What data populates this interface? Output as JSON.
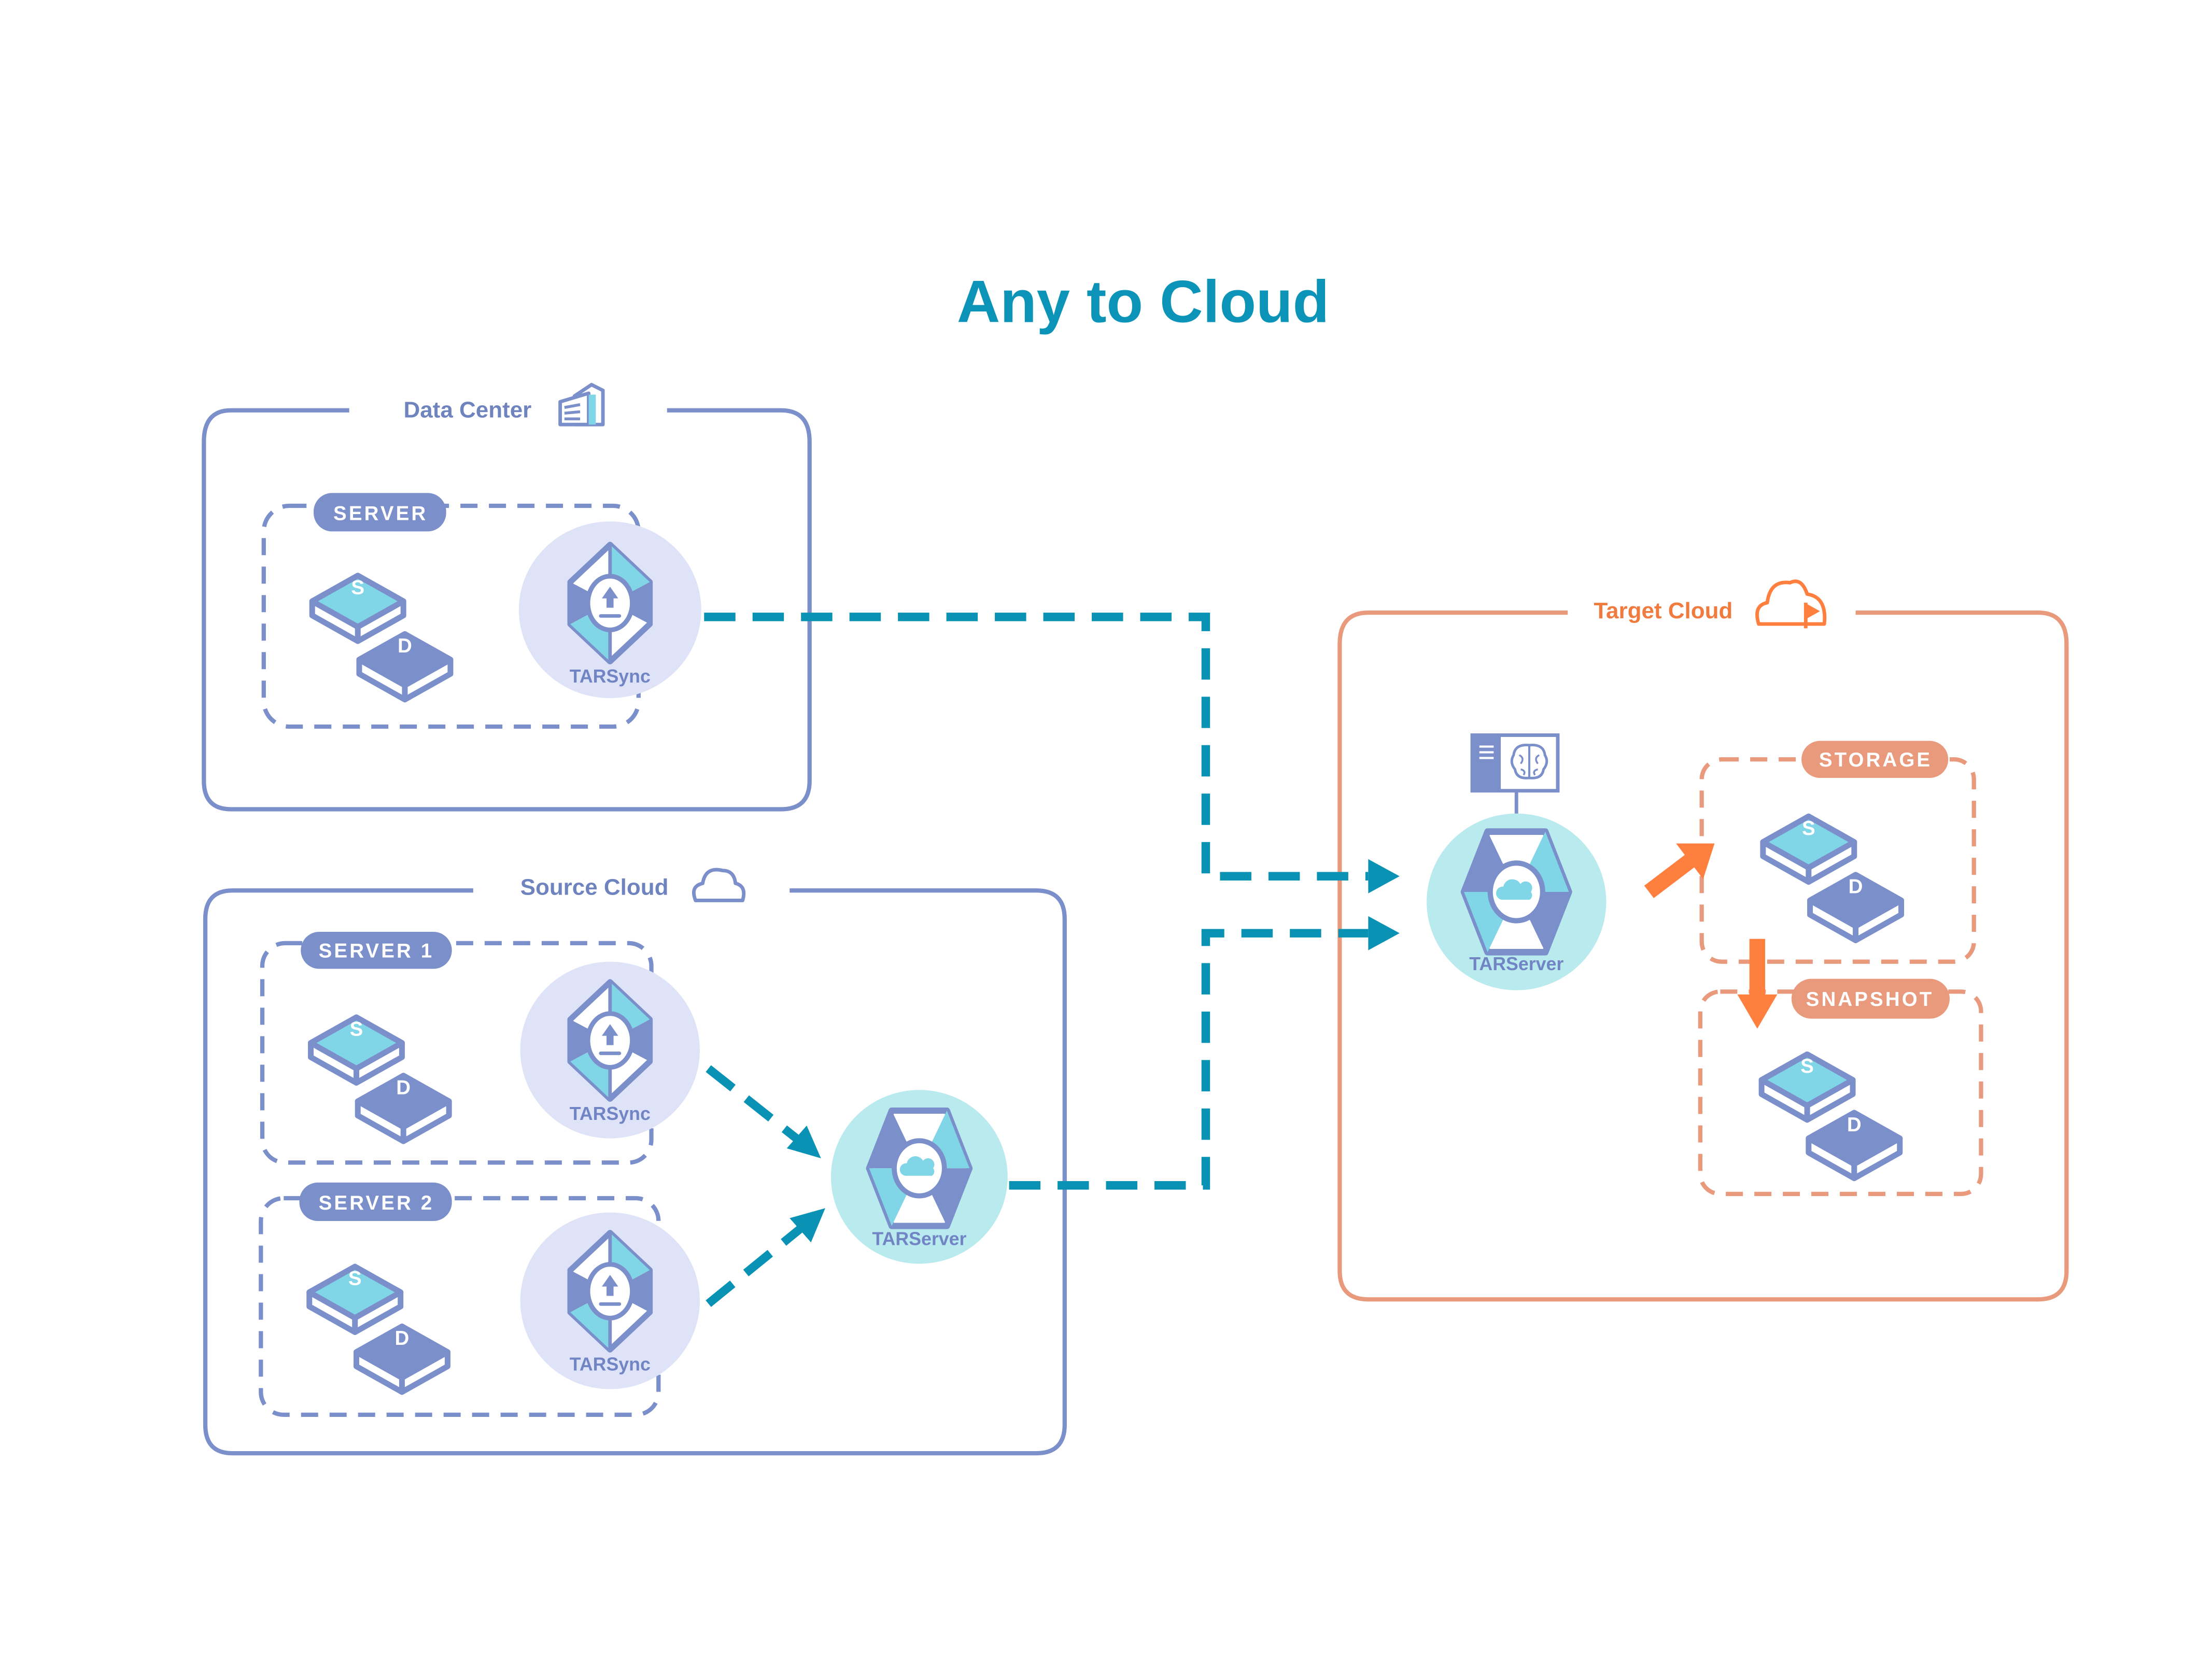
{
  "title": "Any to Cloud",
  "colors": {
    "title": "#0b93b8",
    "blue_group": "#7b8fcb",
    "orange_group": "#e99a7d",
    "flow_arrow_teal": "#0a92b4",
    "flow_arrow_orange": "#ff7f3f",
    "tarsync_bg": "#dfe3f7",
    "tarserver_bg": "#b9eaee",
    "accent_cyan": "#80d6e6"
  },
  "groups": {
    "data_center": {
      "label": "Data Center",
      "icon": "building-icon",
      "servers": [
        {
          "label": "SERVER",
          "disks": [
            "S",
            "D"
          ],
          "agent": "TARSync"
        }
      ]
    },
    "source_cloud": {
      "label": "Source Cloud",
      "icon": "cloud-icon",
      "servers": [
        {
          "label": "SERVER 1",
          "disks": [
            "S",
            "D"
          ],
          "agent": "TARSync"
        },
        {
          "label": "SERVER 2",
          "disks": [
            "S",
            "D"
          ],
          "agent": "TARSync"
        }
      ],
      "server_node": "TARServer"
    },
    "target_cloud": {
      "label": "Target Cloud",
      "icon": "cloud-flag-icon",
      "server_node": "TARServer",
      "ai_panel_icon": "brain-icon",
      "storage": {
        "label": "STORAGE",
        "disks": [
          "S",
          "D"
        ]
      },
      "snapshot": {
        "label": "SNAPSHOT",
        "disks": [
          "S",
          "D"
        ]
      }
    }
  },
  "flows": [
    {
      "from": "Data Center TARSync",
      "to": "Target Cloud TARServer",
      "style": "dashed"
    },
    {
      "from": "Source Cloud SERVER 1 TARSync",
      "to": "Source Cloud TARServer",
      "style": "dashed"
    },
    {
      "from": "Source Cloud SERVER 2 TARSync",
      "to": "Source Cloud TARServer",
      "style": "dashed"
    },
    {
      "from": "Source Cloud TARServer",
      "to": "Target Cloud TARServer",
      "style": "dashed"
    },
    {
      "from": "Target Cloud TARServer",
      "to": "STORAGE",
      "style": "solid"
    },
    {
      "from": "STORAGE",
      "to": "SNAPSHOT",
      "style": "solid"
    }
  ]
}
